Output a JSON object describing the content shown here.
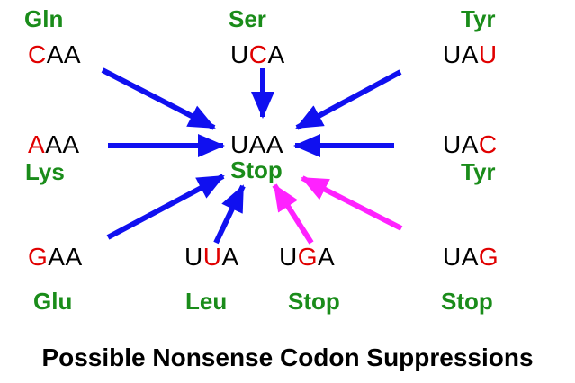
{
  "colors": {
    "blue_arrow": "#1010f0",
    "magenta_arrow": "#ff22ff",
    "amino_label": "#1a8c1a",
    "highlight": "#e00000"
  },
  "center": {
    "codon": "UAA",
    "label": "Stop"
  },
  "codons": {
    "caa": {
      "parts": [
        {
          "t": "C",
          "hl": true
        },
        {
          "t": "AA",
          "hl": false
        }
      ],
      "amino": "Gln"
    },
    "uca": {
      "parts": [
        {
          "t": "U",
          "hl": false
        },
        {
          "t": "C",
          "hl": true
        },
        {
          "t": "A",
          "hl": false
        }
      ],
      "amino": "Ser"
    },
    "uau": {
      "parts": [
        {
          "t": "UA",
          "hl": false
        },
        {
          "t": "U",
          "hl": true
        }
      ],
      "amino": "Tyr"
    },
    "aaa": {
      "parts": [
        {
          "t": "A",
          "hl": true
        },
        {
          "t": "AA",
          "hl": false
        }
      ],
      "amino": "Lys"
    },
    "uac": {
      "parts": [
        {
          "t": "UA",
          "hl": false
        },
        {
          "t": "C",
          "hl": true
        }
      ],
      "amino": "Tyr"
    },
    "gaa": {
      "parts": [
        {
          "t": "G",
          "hl": true
        },
        {
          "t": "AA",
          "hl": false
        }
      ],
      "amino": "Glu"
    },
    "uua": {
      "parts": [
        {
          "t": "U",
          "hl": false
        },
        {
          "t": "U",
          "hl": true
        },
        {
          "t": "A",
          "hl": false
        }
      ],
      "amino": "Leu"
    },
    "uga": {
      "parts": [
        {
          "t": "U",
          "hl": false
        },
        {
          "t": "G",
          "hl": true
        },
        {
          "t": "A",
          "hl": false
        }
      ],
      "amino": "Stop"
    },
    "uag": {
      "parts": [
        {
          "t": "UA",
          "hl": false
        },
        {
          "t": "G",
          "hl": true
        }
      ],
      "amino": "Stop"
    }
  },
  "caption": "Possible Nonsense Codon Suppressions"
}
